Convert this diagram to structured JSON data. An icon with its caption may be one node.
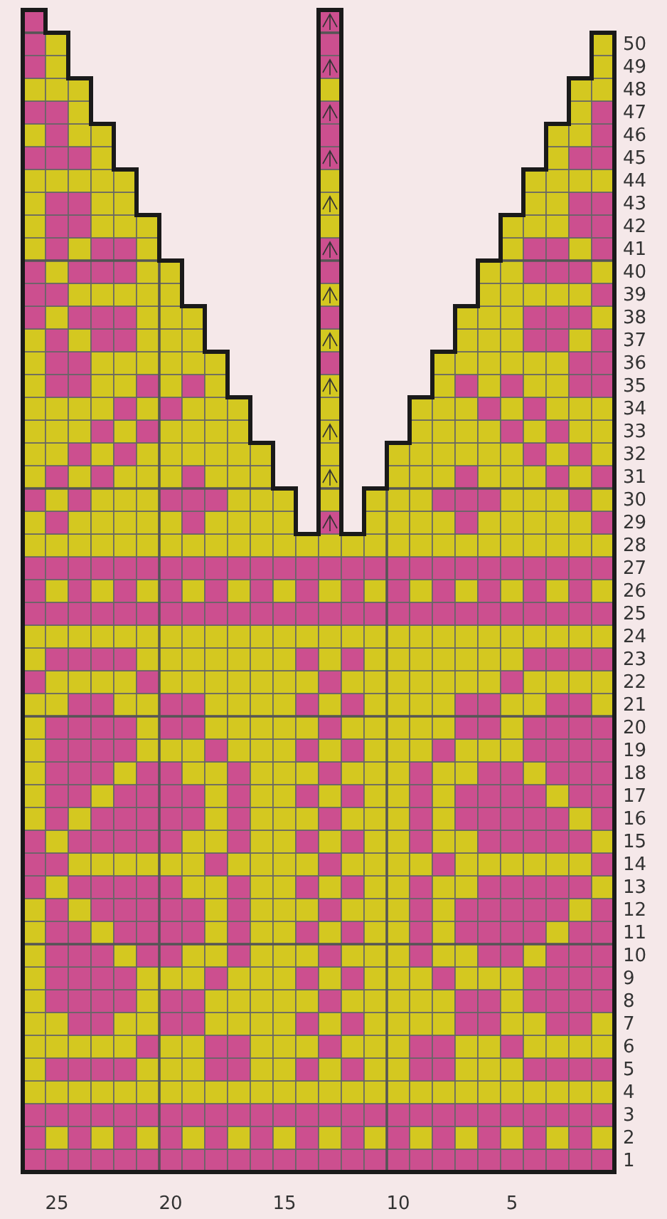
{
  "diagram": {
    "labels": [
      "50",
      "49",
      "48",
      "47",
      "46",
      "45",
      "44",
      "43",
      "42",
      "41",
      "40",
      "39",
      "38",
      "37",
      "36",
      "35",
      "34",
      "33",
      "32",
      "31",
      "30",
      "29",
      "28",
      "27",
      "26",
      "25",
      "24",
      "23",
      "22",
      "21",
      "20",
      "19",
      "18",
      "17",
      "16",
      "15",
      "14",
      "13",
      "12",
      "11",
      "10",
      "9",
      "8",
      "7",
      "6",
      "5",
      "4",
      "3",
      "2",
      "1",
      "25",
      "20",
      "15",
      "10",
      "5"
    ]
  }
}
